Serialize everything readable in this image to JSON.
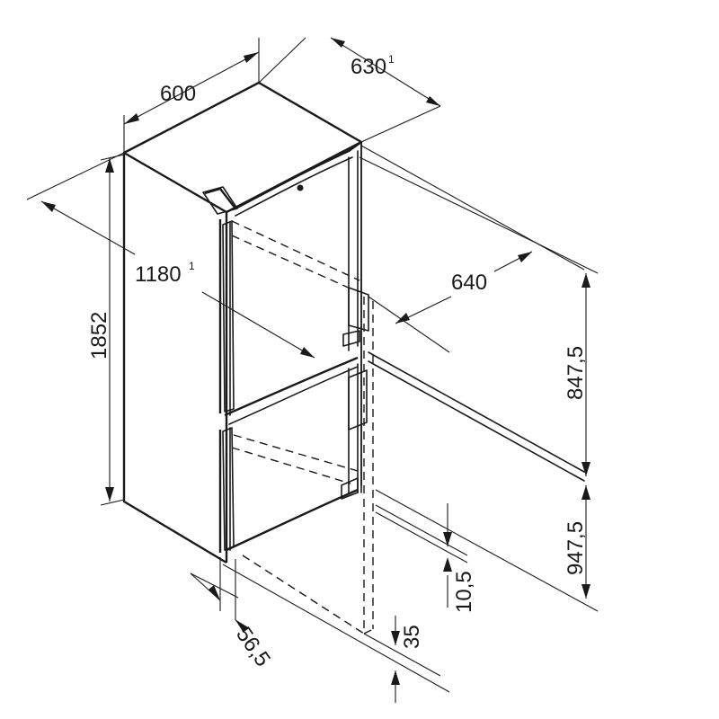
{
  "dimensions": {
    "width": "600",
    "depth": "630",
    "depth_note": "1",
    "height": "1852",
    "door_open_depth": "1180",
    "door_open_note": "1",
    "depth_handle": "640",
    "upper_height": "847,5",
    "lower_height": "947,5",
    "gap_small": "10,5",
    "side_offset": "56,5",
    "base_height": "35"
  }
}
